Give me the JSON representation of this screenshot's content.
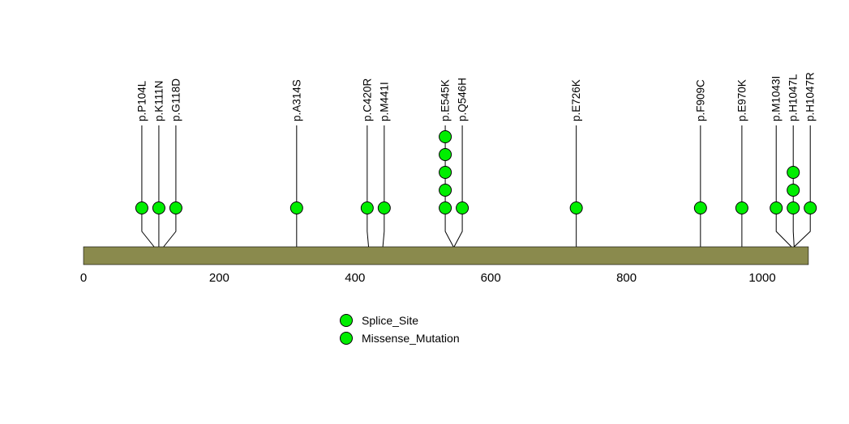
{
  "chart_data": {
    "type": "scatter",
    "subtype": "lollipop-mutation-plot",
    "title": "",
    "xlabel": "",
    "ylabel": "",
    "xlim": [
      0,
      1068
    ],
    "axis_ticks": [
      0,
      200,
      400,
      600,
      800,
      1000
    ],
    "protein_length": 1068,
    "mutations": [
      {
        "label": "p.P104L",
        "pos": 104,
        "count": 1
      },
      {
        "label": "p.K111N",
        "pos": 111,
        "count": 1
      },
      {
        "label": "p.G118D",
        "pos": 118,
        "count": 1
      },
      {
        "label": "p.A314S",
        "pos": 314,
        "count": 1
      },
      {
        "label": "p.C420R",
        "pos": 420,
        "count": 1
      },
      {
        "label": "p.M441I",
        "pos": 441,
        "count": 1
      },
      {
        "label": "p.E545K",
        "pos": 545,
        "count": 5
      },
      {
        "label": "p.Q546H",
        "pos": 546,
        "count": 1
      },
      {
        "label": "p.E726K",
        "pos": 726,
        "count": 1
      },
      {
        "label": "p.F909C",
        "pos": 909,
        "count": 1
      },
      {
        "label": "p.E970K",
        "pos": 970,
        "count": 1
      },
      {
        "label": "p.M1043I",
        "pos": 1043,
        "count": 1
      },
      {
        "label": "p.H1047L",
        "pos": 1047,
        "count": 3
      },
      {
        "label": "p.H1047R",
        "pos": 1047,
        "count": 1
      }
    ],
    "legend": [
      {
        "label": "Splice_Site",
        "color": "#00ee00"
      },
      {
        "label": "Missense_Mutation",
        "color": "#00ee00"
      }
    ],
    "legend_position": "bottom-center",
    "grid": false,
    "colors": {
      "backbone": "#8a8a4d",
      "point_fill": "#00ee00",
      "point_stroke": "#000000",
      "line": "#000000",
      "axis_text": "#000000"
    }
  }
}
